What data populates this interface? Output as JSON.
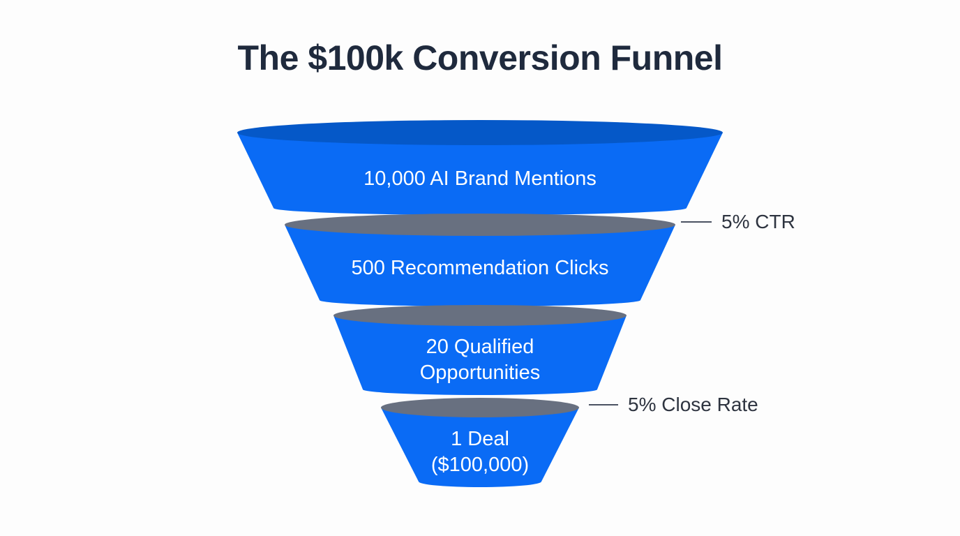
{
  "title": "The $100k Conversion Funnel",
  "colors": {
    "blue": "#0a6bf5",
    "blue_top": "#0558c8",
    "gray_top": "#687080",
    "title": "#1f2a3d",
    "annotation": "#2e3440"
  },
  "stages": [
    {
      "label": "10,000 AI Brand Mentions",
      "value": 10000
    },
    {
      "label": "500 Recommendation Clicks",
      "value": 500
    },
    {
      "label": "20 Qualified\nOpportunities",
      "value": 20
    },
    {
      "label": "1 Deal\n($100,000)",
      "value": 1
    }
  ],
  "annotations": [
    {
      "text": "5% CTR"
    },
    {
      "text": "5% Close Rate"
    }
  ],
  "chart_data": {
    "type": "funnel",
    "title": "The $100k Conversion Funnel",
    "categories": [
      "AI Brand Mentions",
      "Recommendation Clicks",
      "Qualified Opportunities",
      "Deal"
    ],
    "values": [
      10000,
      500,
      20,
      1
    ],
    "deal_value": 100000,
    "annotations": [
      {
        "text": "5% CTR",
        "between": [
          "AI Brand Mentions",
          "Recommendation Clicks"
        ]
      },
      {
        "text": "5% Close Rate",
        "between": [
          "Qualified Opportunities",
          "Deal"
        ]
      }
    ]
  }
}
